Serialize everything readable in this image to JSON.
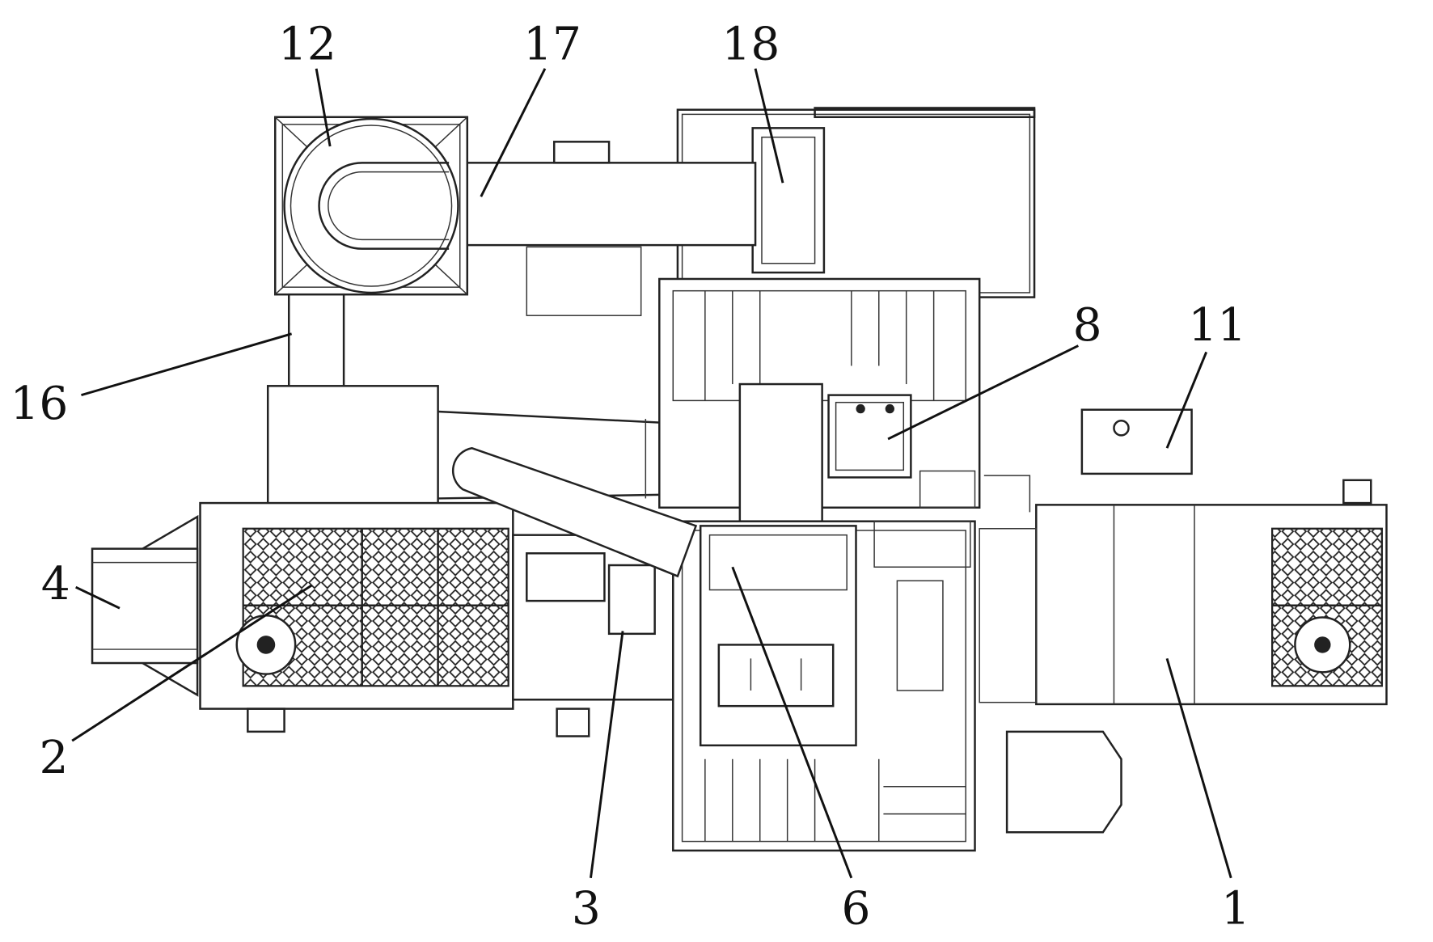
{
  "figure": {
    "labels": {
      "l1": "1",
      "l2": "2",
      "l3": "3",
      "l4": "4",
      "l6": "6",
      "l8": "8",
      "l11": "11",
      "l12": "12",
      "l16": "16",
      "l17": "17",
      "l18": "18"
    }
  }
}
